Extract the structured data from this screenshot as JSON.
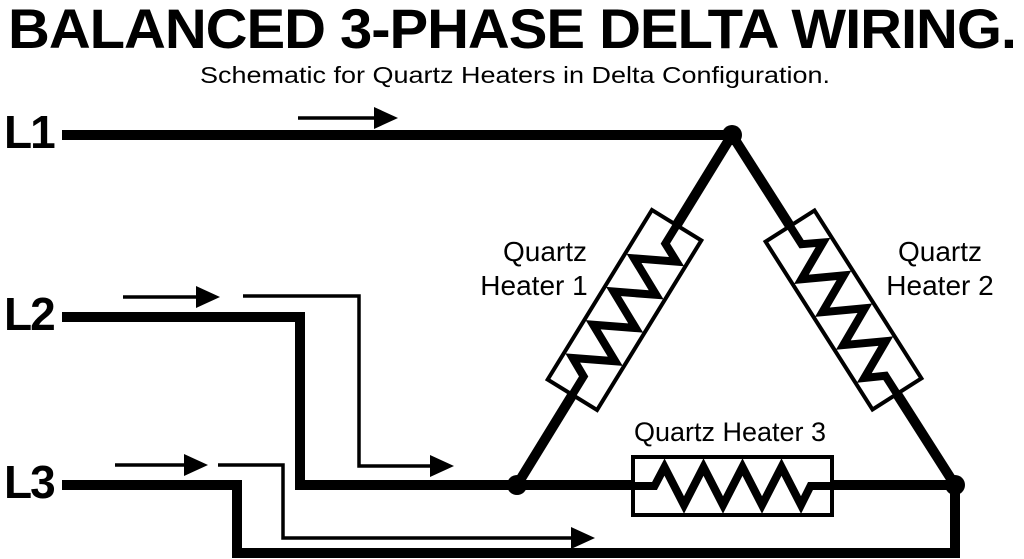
{
  "title": "BALANCED 3-PHASE DELTA WIRING.",
  "subtitle": "Schematic for Quartz Heaters in Delta Configuration.",
  "colors": {
    "ink": "#000000",
    "background": "#ffffff"
  },
  "supply_lines": [
    {
      "label": "L1"
    },
    {
      "label": "L2"
    },
    {
      "label": "L3"
    }
  ],
  "heaters": [
    {
      "label_line1": "Quartz",
      "label_line2": "Heater 1"
    },
    {
      "label_line1": "Quartz",
      "label_line2": "Heater 2"
    },
    {
      "label": "Quartz Heater 3"
    }
  ]
}
